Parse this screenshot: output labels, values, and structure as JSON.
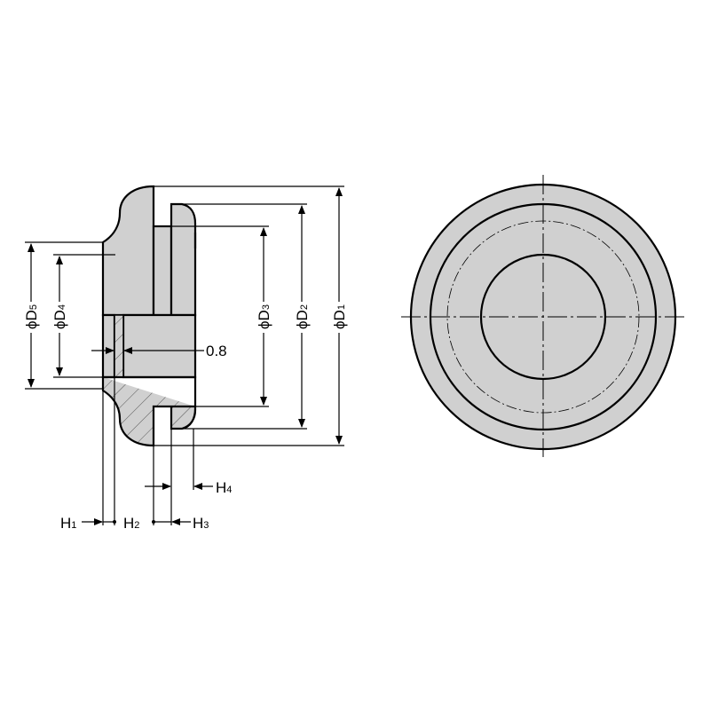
{
  "colors": {
    "part_fill": "#d0d0d0",
    "line": "#000000"
  },
  "dimensions": {
    "d1": {
      "prefix": "ϕD",
      "sub": "1"
    },
    "d2": {
      "prefix": "ϕD",
      "sub": "2"
    },
    "d3": {
      "prefix": "ϕD",
      "sub": "3"
    },
    "d4": {
      "prefix": "ϕD",
      "sub": "4"
    },
    "d5": {
      "prefix": "ϕD",
      "sub": "5"
    },
    "h1": {
      "prefix": "H",
      "sub": "1"
    },
    "h2": {
      "prefix": "H",
      "sub": "2"
    },
    "h3": {
      "prefix": "H",
      "sub": "3"
    },
    "h4": {
      "prefix": "H",
      "sub": "4"
    },
    "gap": "0.8"
  }
}
